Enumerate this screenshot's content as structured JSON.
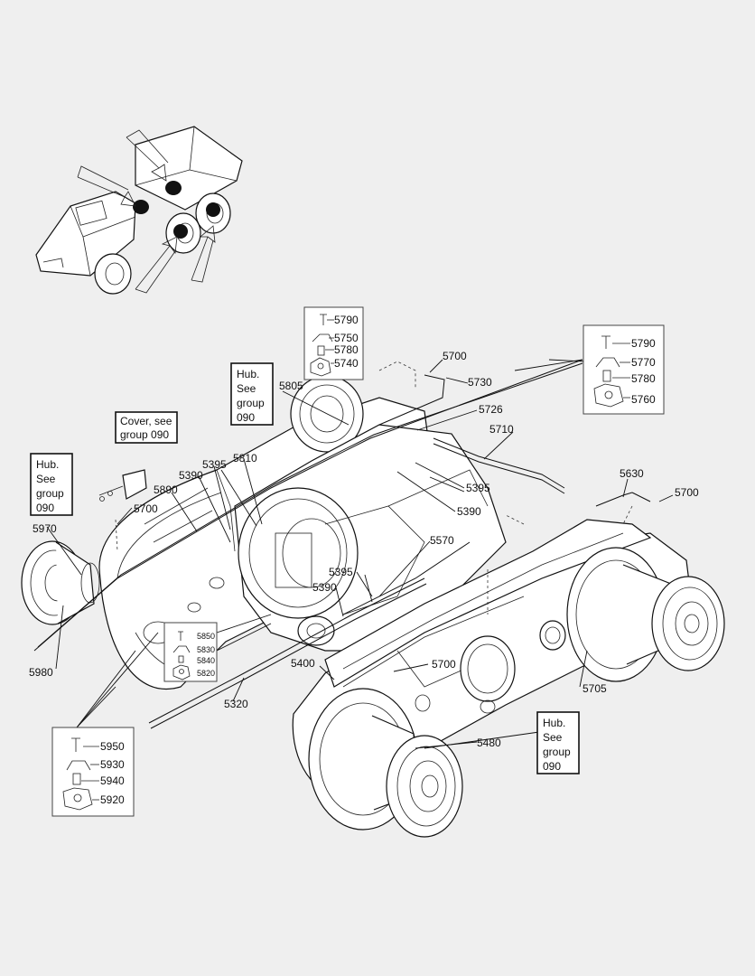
{
  "parts": {
    "p5790a": "5790",
    "p5750": "5750",
    "p5780a": "5780",
    "p5740": "5740",
    "p5790b": "5790",
    "p5770": "5770",
    "p5780b": "5780",
    "p5760": "5760",
    "p5700a": "5700",
    "p5730": "5730",
    "p5805": "5805",
    "p5726": "5726",
    "p5710": "5710",
    "p5810": "5810",
    "p5395a": "5395",
    "p5390a": "5390",
    "p5890": "5890",
    "p5700b": "5700",
    "p5970": "5970",
    "p5395b": "5395",
    "p5390b": "5390",
    "p5630": "5630",
    "p5700c": "5700",
    "p5570": "5570",
    "p5395c": "5395",
    "p5390c": "5390",
    "p5400": "5400",
    "p5700d": "5700",
    "p5705": "5705",
    "p5980": "5980",
    "p5850": "5850",
    "p5830": "5830",
    "p5840": "5840",
    "p5820": "5820",
    "p5320": "5320",
    "p5480": "5480",
    "p5950": "5950",
    "p5930": "5930",
    "p5940": "5940",
    "p5920": "5920"
  },
  "notes": {
    "hub_a": [
      "Hub.",
      "See",
      "group",
      "090"
    ],
    "hub_b": [
      "Hub.",
      "See",
      "group",
      "090"
    ],
    "hub_c": [
      "Hub.",
      "See",
      "group",
      "090"
    ],
    "cover": [
      "Cover, see",
      "group 090"
    ]
  }
}
